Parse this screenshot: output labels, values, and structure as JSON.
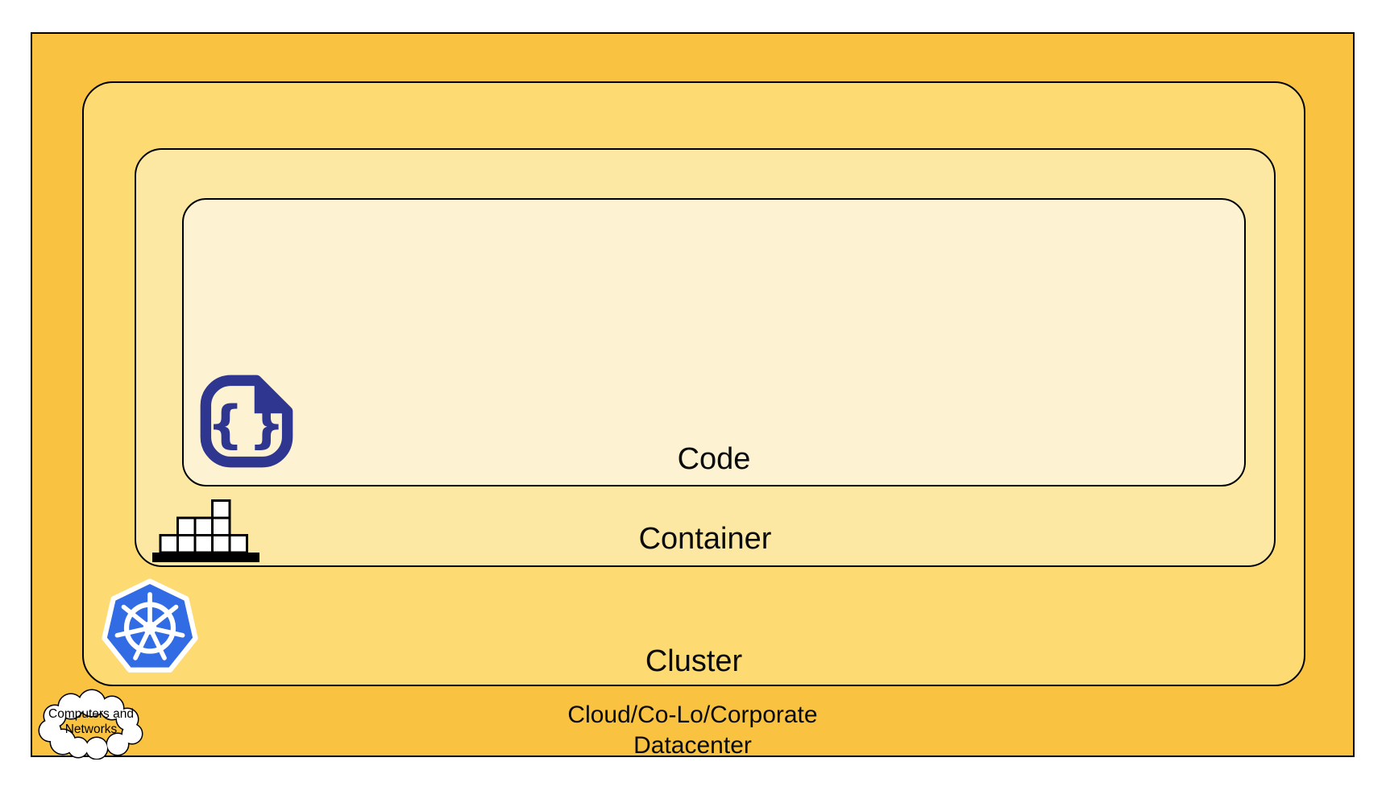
{
  "diagram": {
    "type": "nested-layers",
    "layers": {
      "datacenter": {
        "label_line1": "Cloud/Co-Lo/Corporate",
        "label_line2": "Datacenter",
        "fill": "#F9C341"
      },
      "cluster": {
        "label": "Cluster",
        "fill": "#FDDA72"
      },
      "container": {
        "label": "Container",
        "fill": "#FDE8A3"
      },
      "code": {
        "label": "Code",
        "fill": "#FDF3D3"
      }
    },
    "cloud_callout": {
      "line1": "Computers and",
      "line2": "Networks",
      "fill": "#FFFFFF"
    },
    "icons": {
      "code": "code-file-icon",
      "code_glyph": "{}",
      "container": "container-blocks-icon",
      "cluster": "kubernetes-helm-icon",
      "datacenter": "cloud-icon"
    },
    "colors": {
      "border": "#000000",
      "icon_navy": "#2E3690",
      "kubernetes_blue": "#326CE5",
      "icon_white": "#FFFFFF",
      "text": "#0A0A0A"
    }
  }
}
